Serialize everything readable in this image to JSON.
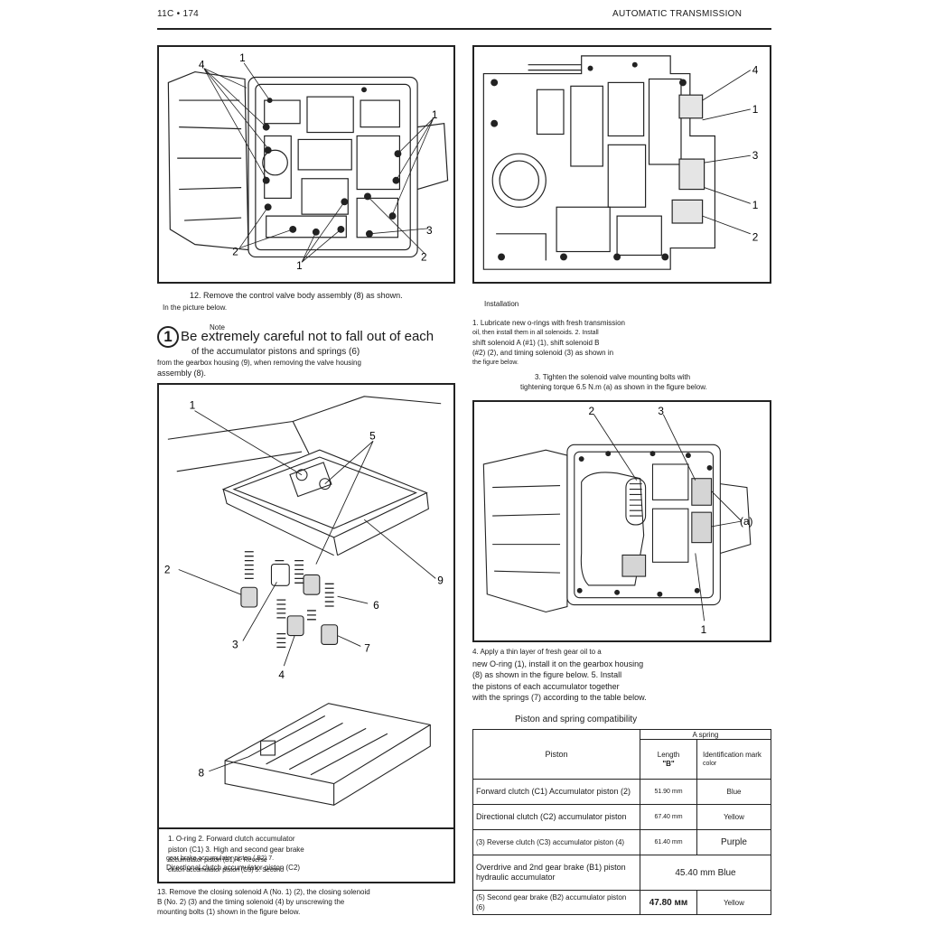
{
  "header": {
    "page_number": "11C • 174",
    "section_title": "AUTOMATIC TRANSMISSION"
  },
  "figure_top_left": {
    "callouts": [
      "4",
      "1",
      "1",
      "2",
      "1",
      "3",
      "2"
    ]
  },
  "figure_top_right": {
    "callouts": [
      "4",
      "1",
      "3",
      "1",
      "2"
    ]
  },
  "left_column": {
    "step12": "12. Remove the control valve body assembly (8) as shown.",
    "step12_sub": "In the picture below.",
    "note_label": "Note",
    "note_icon": "1",
    "note_line1": "Be extremely careful not to fall out of each",
    "note_line2": "of the accumulator pistons and springs (6)",
    "note_line3": "from the gearbox housing (9), when removing the valve housing",
    "note_line4": "assembly (8)."
  },
  "figure_exploded": {
    "callouts": [
      "1",
      "5",
      "2",
      "9",
      "6",
      "3",
      "7",
      "4",
      "8"
    ]
  },
  "legend": {
    "lines": [
      "1. O-ring 2. Forward clutch accumulator",
      "piston (C1) 3. High and second gear brake",
      "accumulator piston (B1) 4. Reverse",
      "clutch accumulator piston (C3) 5. Second",
      "gear brake accumulator piston ( B2) 7.",
      "Directional clutch accumulator piston (C2)"
    ]
  },
  "step13": {
    "lines": [
      "13. Remove the closing solenoid A (No. 1) (2), the closing solenoid",
      "B (No. 2) (3) and the timing solenoid (4) by unscrewing the",
      "mounting bolts (1) shown in the figure below."
    ]
  },
  "right_column": {
    "installation": "Installation",
    "step1": [
      "1. Lubricate new o-rings with fresh transmission",
      "oil, then install them in all solenoids. 2. Install",
      "shift solenoid A (#1) (1), shift solenoid B",
      "(#2) (2), and timing solenoid (3) as shown in",
      "the figure below."
    ],
    "step3": [
      "3. Tighten the solenoid valve mounting bolts with",
      "tightening torque 6.5 N.m (a) as shown in the figure below."
    ],
    "step4": [
      "4. Apply a thin layer of fresh gear oil to a",
      "new O-ring (1), install it on the gearbox housing",
      "(8) as shown in the figure below. 5. Install",
      "the pistons of each accumulator together",
      "with the springs (7) according to the table below."
    ]
  },
  "figure_solenoid": {
    "callouts": [
      "2",
      "3",
      "(a)",
      "1"
    ]
  },
  "table": {
    "title": "Piston and spring compatibility",
    "col_piston": "Piston",
    "group_header": "A spring",
    "col_length": "Length",
    "col_length_sym": "\"B\"",
    "col_ident": "Identification mark",
    "col_ident_sub": "color",
    "rows": [
      {
        "piston": "Forward clutch (C1) Accumulator piston (2)",
        "length": "51.90 mm",
        "color": "Blue"
      },
      {
        "piston": "Directional clutch (C2) accumulator piston",
        "length": "67.40 mm",
        "color": "Yellow"
      },
      {
        "piston": "(3) Reverse clutch (C3) accumulator piston (4)",
        "length": "61.40 mm",
        "color": "Purple"
      },
      {
        "piston": "Overdrive and 2nd gear brake (B1) piston hydraulic accumulator",
        "merged": "45.40 mm Blue"
      },
      {
        "piston": "(5) Second gear brake (B2) accumulator piston (6)",
        "length": "47.80 мм",
        "color": "Yellow"
      }
    ]
  }
}
